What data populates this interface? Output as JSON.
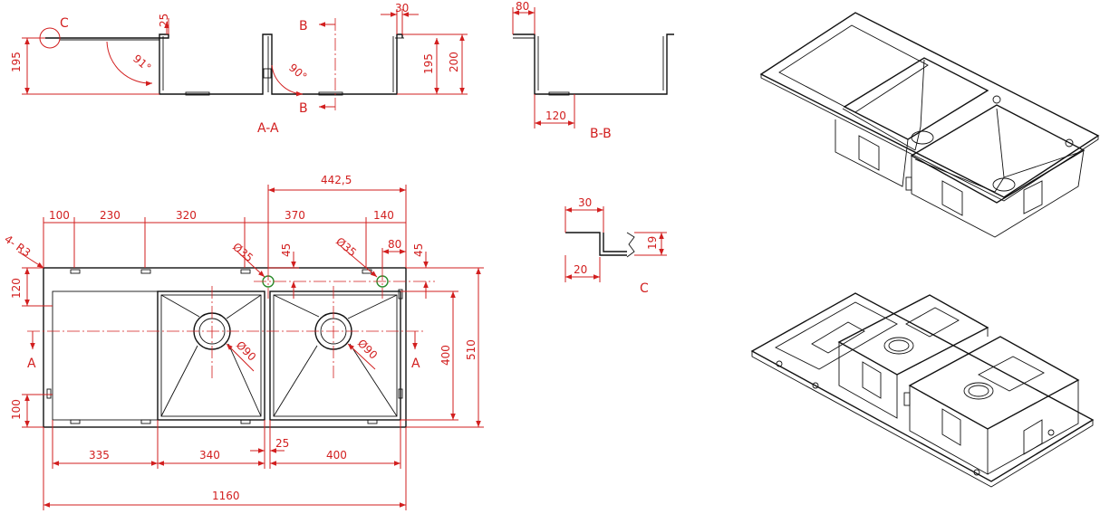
{
  "section_aa": {
    "title": "A-A",
    "dims": {
      "total_height": "195",
      "flange": "25",
      "bowl_depth": "195",
      "overall": "200",
      "drain_offset": "30"
    },
    "angles": {
      "drainboard": "91°",
      "wall": "90°"
    },
    "detail_marker": "C",
    "cut_top": "B",
    "cut_bottom": "B"
  },
  "section_bb": {
    "title": "B-B",
    "dims": {
      "top": "80",
      "bottom": "120"
    }
  },
  "detail_c": {
    "title": "C",
    "dims": {
      "width": "30",
      "height": "19",
      "bottom": "20"
    }
  },
  "plan": {
    "corner_radius": "4- R3",
    "dims_top": {
      "d100": "100",
      "d230": "230",
      "d320": "320",
      "d370": "370",
      "d140": "140",
      "d442": "442,5",
      "d80": "80",
      "d45a": "45",
      "d45b": "45"
    },
    "holes": {
      "h1": "Ø35",
      "h2": "Ø35"
    },
    "drains": {
      "d1": "Ø90",
      "d2": "Ø90"
    },
    "dims_left": {
      "top": "120",
      "bottom": "100"
    },
    "dims_right": {
      "inner": "400",
      "outer": "510"
    },
    "dims_bottom": {
      "d335": "335",
      "d340": "340",
      "d25": "25",
      "d400": "400",
      "total": "1160"
    },
    "cut_left": "A",
    "cut_right": "A"
  }
}
